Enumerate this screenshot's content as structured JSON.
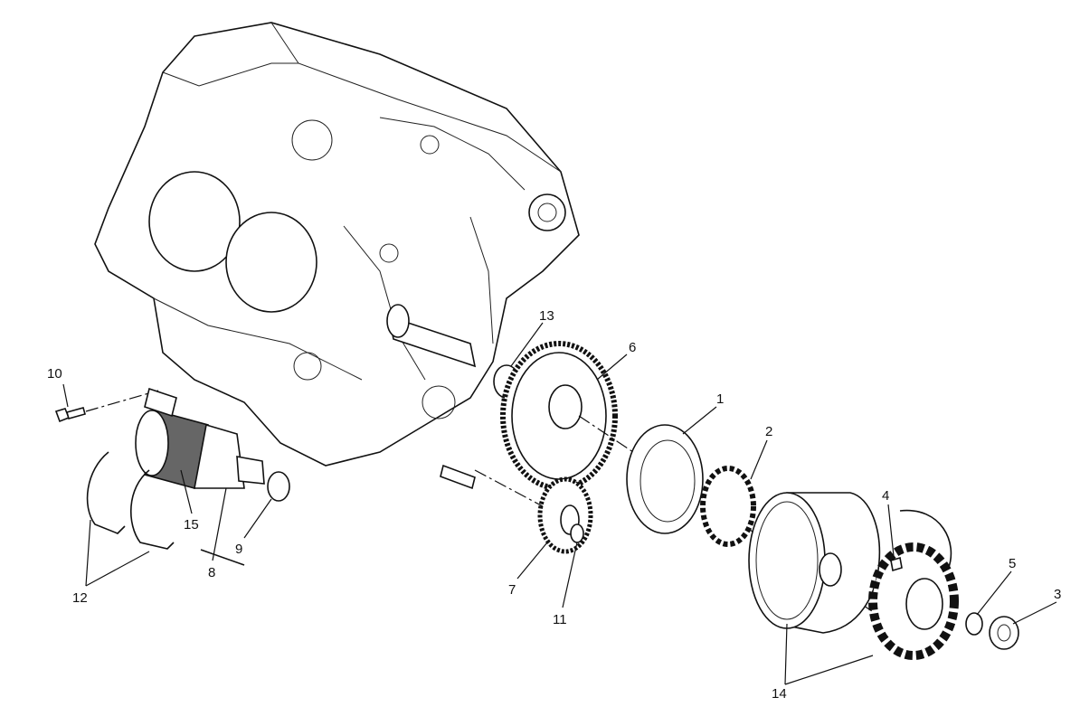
{
  "diagram": {
    "title": "Starter motor and generator exploded view",
    "part_labels": {
      "p1": "1",
      "p2": "2",
      "p3": "3",
      "p4": "4",
      "p5": "5",
      "p6": "6",
      "p7": "7",
      "p8": "8",
      "p9": "9",
      "p10": "10",
      "p11": "11",
      "p12": "12",
      "p13": "13",
      "p14": "14",
      "p15": "15"
    }
  }
}
